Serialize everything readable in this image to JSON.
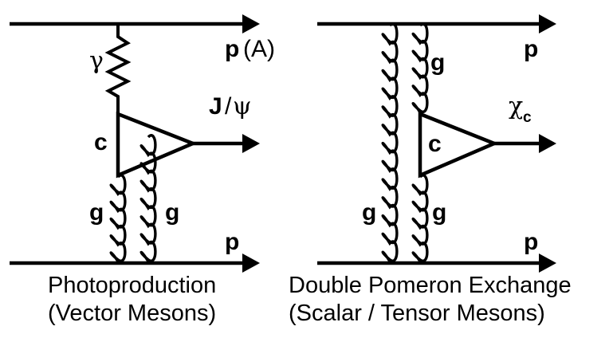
{
  "left_diagram": {
    "photon_label": "γ",
    "beam_top_label": "p",
    "beam_top_extra": "(A)",
    "product_label_a": "J",
    "product_label_b": "/",
    "product_label_c": "ψ",
    "quark_label": "c",
    "gluon_left_label": "g",
    "gluon_right_label": "g",
    "beam_bottom_label": "p",
    "caption_line1": "Photoproduction",
    "caption_line2": "(Vector Mesons)"
  },
  "right_diagram": {
    "beam_top_label": "p",
    "gluon_top_label": "g",
    "product_label": "χ",
    "product_subscript": "c",
    "quark_label": "c",
    "gluon_left_label": "g",
    "gluon_right_label": "g",
    "beam_bottom_label": "p",
    "caption_line1": "Double Pomeron Exchange",
    "caption_line2": "(Scalar / Tensor Mesons)"
  }
}
